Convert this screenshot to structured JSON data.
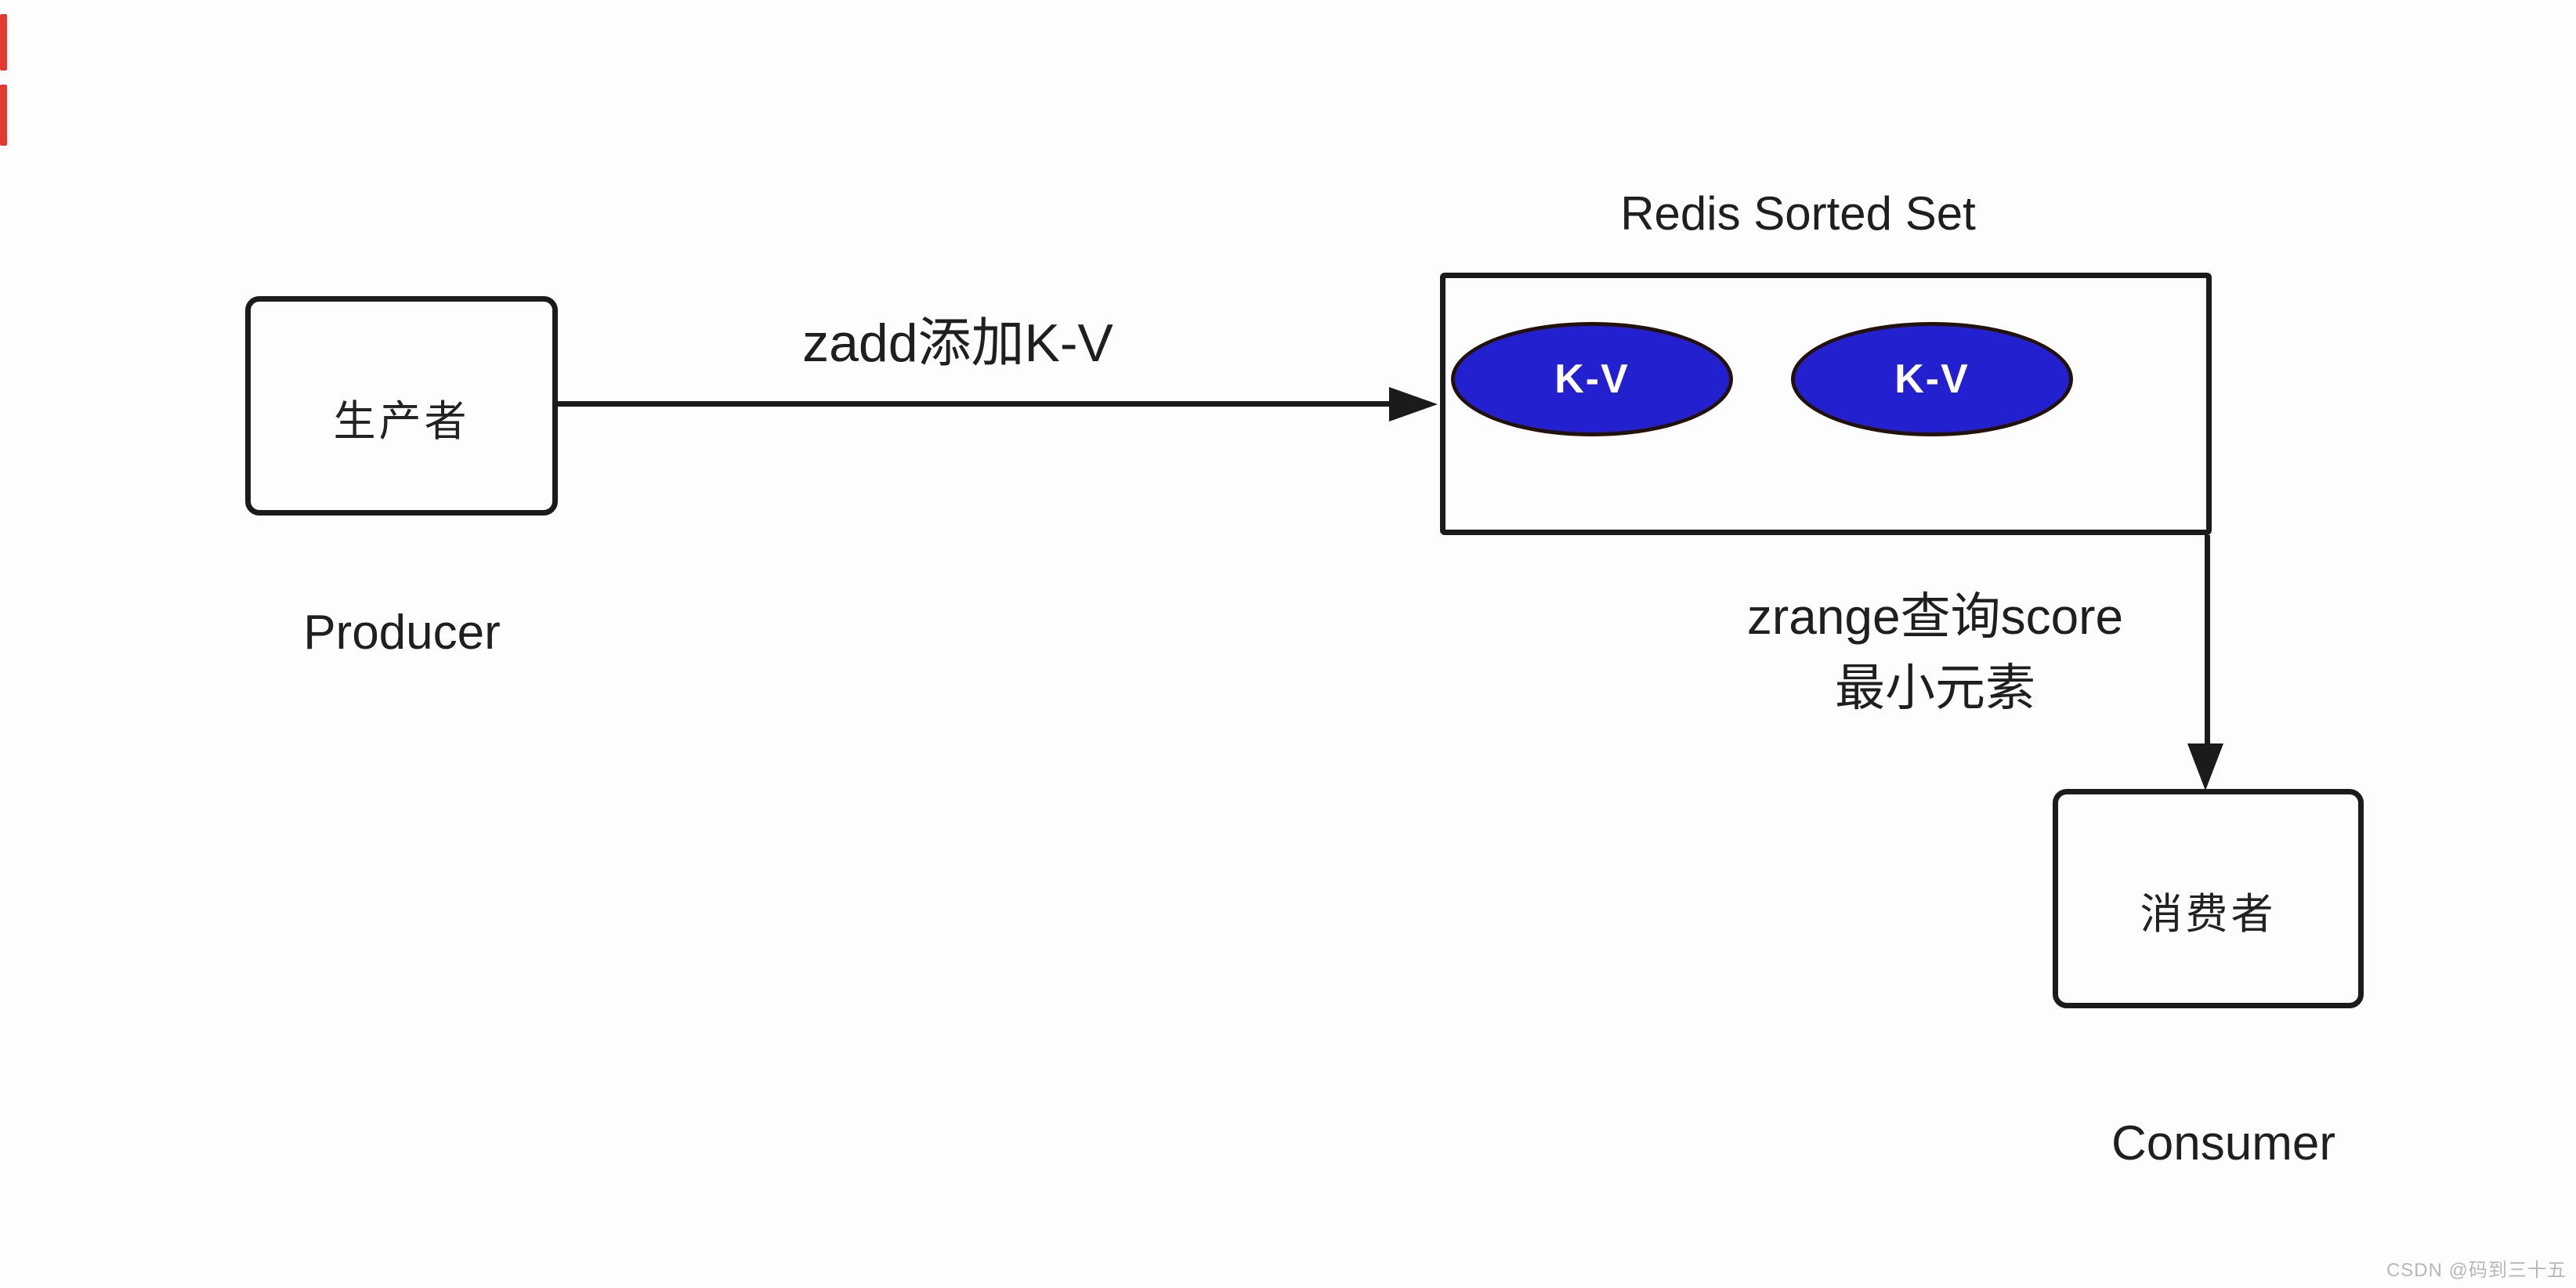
{
  "diagram": {
    "producer": {
      "label": "生产者",
      "caption": "Producer"
    },
    "redis": {
      "title": "Redis Sorted Set",
      "items": [
        {
          "label": "K-V"
        },
        {
          "label": "K-V"
        }
      ]
    },
    "consumer": {
      "label": "消费者",
      "caption": "Consumer"
    },
    "arrows": {
      "zadd_label": "zadd添加K-V",
      "zrange_label_line1": "zrange查询score",
      "zrange_label_line2": "最小元素"
    },
    "colors": {
      "background": "#fdfdfd",
      "stroke": "#1b1b1b",
      "element_fill": "#2320cf",
      "element_text": "#ffffff",
      "watermark": "#b7b7b7",
      "corner_mark": "#e23a2e"
    }
  },
  "watermark": "CSDN @码到三十五"
}
